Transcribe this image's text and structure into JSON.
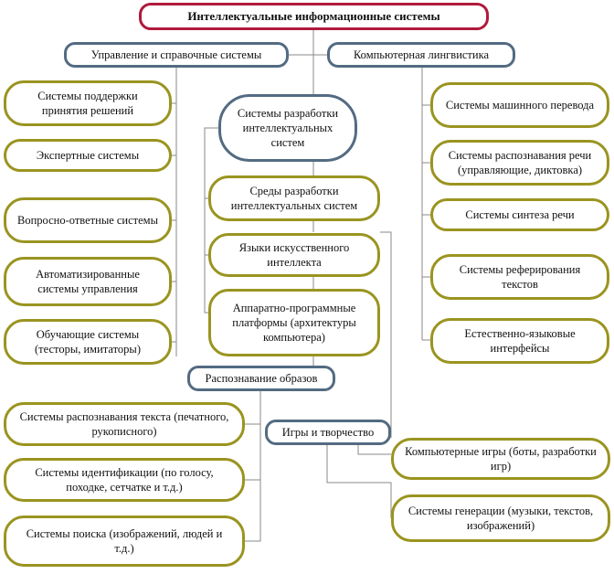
{
  "colors": {
    "title_border": "#b01a3c",
    "category_border": "#536b82",
    "leaf_border": "#9a9420",
    "connector": "#8a8a8a"
  },
  "title": "Интеллектуальные информационные системы",
  "categories": {
    "management": "Управление и справочные системы",
    "linguistics": "Компьютерная лингвистика",
    "pattern_recognition": "Распознавание образов",
    "games_creativity": "Игры и творчество"
  },
  "management_items": [
    "Системы поддержки принятия решений",
    "Экспертные системы",
    "Вопросно-ответные системы",
    "Автоматизированные системы управления",
    "Обучающие системы (тесторы, имитаторы)"
  ],
  "linguistics_items": [
    "Системы машинного перевода",
    "Системы распознавания речи (управляющие, диктовка)",
    "Системы синтеза речи",
    "Системы реферирования текстов",
    "Естественно-языковые интерфейсы"
  ],
  "development": {
    "title": "Системы разработки интеллектуальных систем",
    "items": [
      "Среды разработки интеллектуальных систем",
      "Языки искусственного интеллекта",
      "Аппаратно-программные платформы (архитектуры компьютера)"
    ]
  },
  "pattern_items": [
    "Системы распознавания текста (печатного, рукописного)",
    "Системы идентификации (по голосу, походке, сетчатке и т.д.)",
    "Системы поиска (изображений, людей и т.д.)"
  ],
  "games_items": [
    "Компьютерные игры (боты, разработки игр)",
    "Системы генерации (музыки, текстов, изображений)"
  ]
}
